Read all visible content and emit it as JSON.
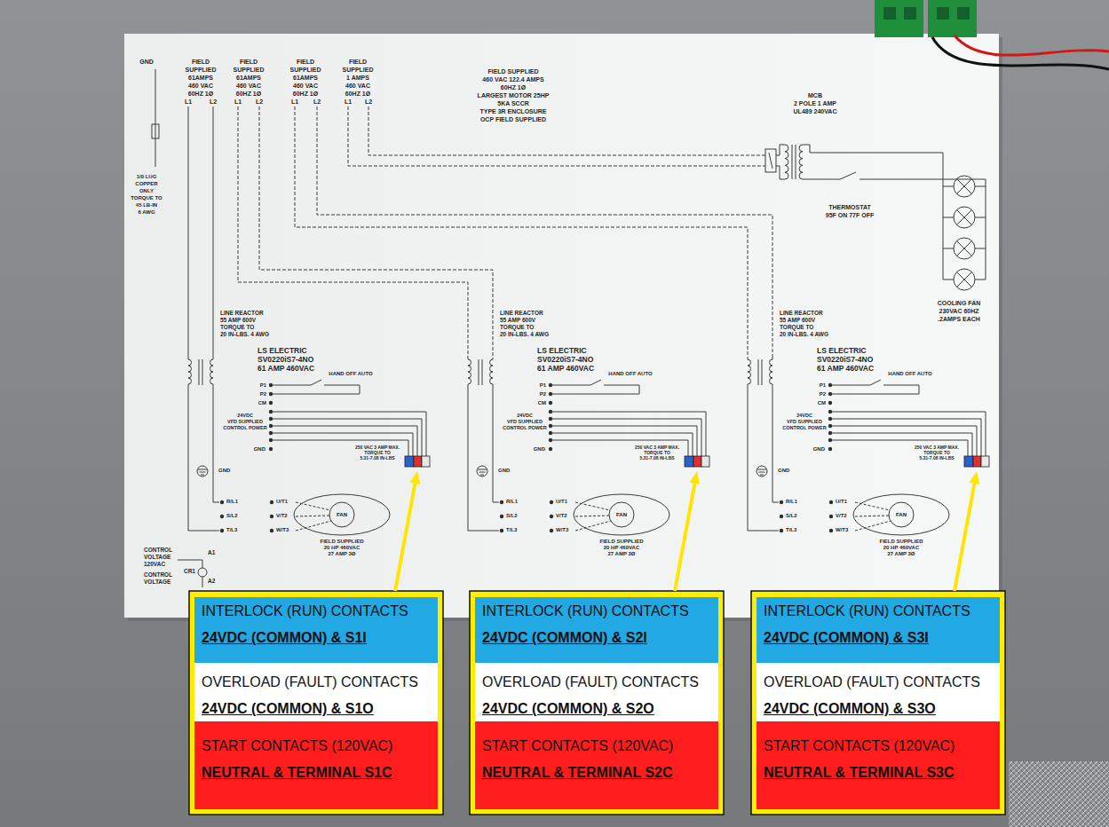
{
  "diagram": {
    "nodes": [
      {
        "text": [
          "FAN"
        ]
      },
      {
        "text": [
          "FAN"
        ]
      },
      {
        "text": [
          "FAN"
        ]
      },
      {
        "text": [
          "INTERLOCK (RUN) CONTACTS",
          "24VDC (COMMON) & S1I"
        ]
      },
      {
        "text": [
          "OVERLOAD (FAULT) CONTACTS",
          "24VDC (COMMON) & S1O"
        ]
      },
      {
        "text": [
          "START CONTACTS (120VAC)",
          "NEUTRAL & TERMINAL S1C"
        ]
      },
      {
        "text": [
          "INTERLOCK (RUN) CONTACTS",
          "24VDC (COMMON) & S2I"
        ]
      },
      {
        "text": [
          "OVERLOAD (FAULT) CONTACTS",
          "24VDC (COMMON) & S2O"
        ]
      },
      {
        "text": [
          "START CONTACTS (120VAC)",
          "NEUTRAL & TERMINAL S2C"
        ]
      },
      {
        "text": [
          "INTERLOCK (RUN) CONTACTS",
          "24VDC (COMMON) & S3I"
        ]
      },
      {
        "text": [
          "OVERLOAD (FAULT) CONTACTS",
          "24VDC (COMMON) & S3O"
        ]
      },
      {
        "text": [
          "START CONTACTS (120VAC)",
          "NEUTRAL & TERMINAL S3C"
        ]
      }
    ],
    "labels": [
      "GND",
      "FIELD",
      "SUPPLIED",
      "61AMPS",
      "460 VAC",
      "60HZ 1Ø",
      "L1",
      "L2",
      "FIELD",
      "SUPPLIED",
      "61AMPS",
      "460 VAC",
      "60HZ 1Ø",
      "L1",
      "L2",
      "FIELD",
      "SUPPLIED",
      "61AMPS",
      "460 VAC",
      "60HZ 1Ø",
      "L1",
      "L2",
      "FIELD",
      "SUPPLIED",
      "1 AMPS",
      "460 VAC",
      "60HZ 1Ø",
      "L1",
      "L2",
      "FIELD SUPPLIED",
      "460 VAC 122.4 AMPS",
      "60HZ 1Ø",
      "LARGEST MOTOR 25HP",
      "5KA SCCR",
      "TYPE 3R ENCLOSURE",
      "OCP FIELD SUPPLIED",
      "MCB",
      "2 POLE 1 AMP",
      "UL489 240VAC",
      "THERMOSTAT",
      "95F ON 77F OFF",
      "COOLING FAN",
      "230VAC 60HZ",
      ".2AMPS EACH",
      "1/0 LUG",
      "COPPER",
      "ONLY",
      "TORQUE TO",
      "45 LB-IN",
      "6 AWG",
      "CONTROL",
      "VOLTAGE",
      "120VAC",
      "CONTROL",
      "VOLTAGE",
      "A1",
      "CR1",
      "A2",
      "LINE REACTOR",
      "55 AMP 600V",
      "TORQUE TO",
      "20 IN-LBS. 4 AWG",
      "LS ELECTRIC",
      "SV0220iS7-4NO",
      "61 AMP 460VAC",
      "HAND OFF AUTO",
      "P1",
      "P2",
      "CM",
      "24VDC",
      "VFD SUPPLIED",
      "CONTROL POWER",
      "GND",
      "250 VAC 3 AMP MAX.",
      "TORQUE TO",
      "5.31-7.08 IN-LBS",
      "GND",
      "R/L1",
      "S/L2",
      "T/L3",
      "U/T1",
      "V/T2",
      "W/T3",
      "FIELD SUPPLIED",
      "20 HP 460VAC",
      "27 AMP 3Ø",
      "LINE REACTOR",
      "55 AMP 600V",
      "TORQUE TO",
      "20 IN-LBS. 4 AWG",
      "LS ELECTRIC",
      "SV0220iS7-4NO",
      "61 AMP 460VAC",
      "HAND OFF AUTO",
      "P1",
      "P2",
      "CM",
      "24VDC",
      "VFD SUPPLIED",
      "CONTROL POWER",
      "GND",
      "250 VAC 3 AMP MAX.",
      "TORQUE TO",
      "5.31-7.08 IN-LBS",
      "GND",
      "R/L1",
      "S/L2",
      "T/L3",
      "U/T1",
      "V/T2",
      "W/T3",
      "FIELD SUPPLIED",
      "20 HP 460VAC",
      "27 AMP 3Ø",
      "LINE REACTOR",
      "55 AMP 600V",
      "TORQUE TO",
      "20 IN-LBS. 4 AWG",
      "LS ELECTRIC",
      "SV0220iS7-4NO",
      "61 AMP 460VAC",
      "HAND OFF AUTO",
      "P1",
      "P2",
      "CM",
      "24VDC",
      "VFD SUPPLIED",
      "CONTROL POWER",
      "GND",
      "250 VAC 3 AMP MAX.",
      "TORQUE TO",
      "5.31-7.08 IN-LBS",
      "GND",
      "R/L1",
      "S/L2",
      "T/L3",
      "U/T1",
      "V/T2",
      "W/T3",
      "FIELD SUPPLIED",
      "20 HP 460VAC",
      "27 AMP 3Ø"
    ]
  }
}
